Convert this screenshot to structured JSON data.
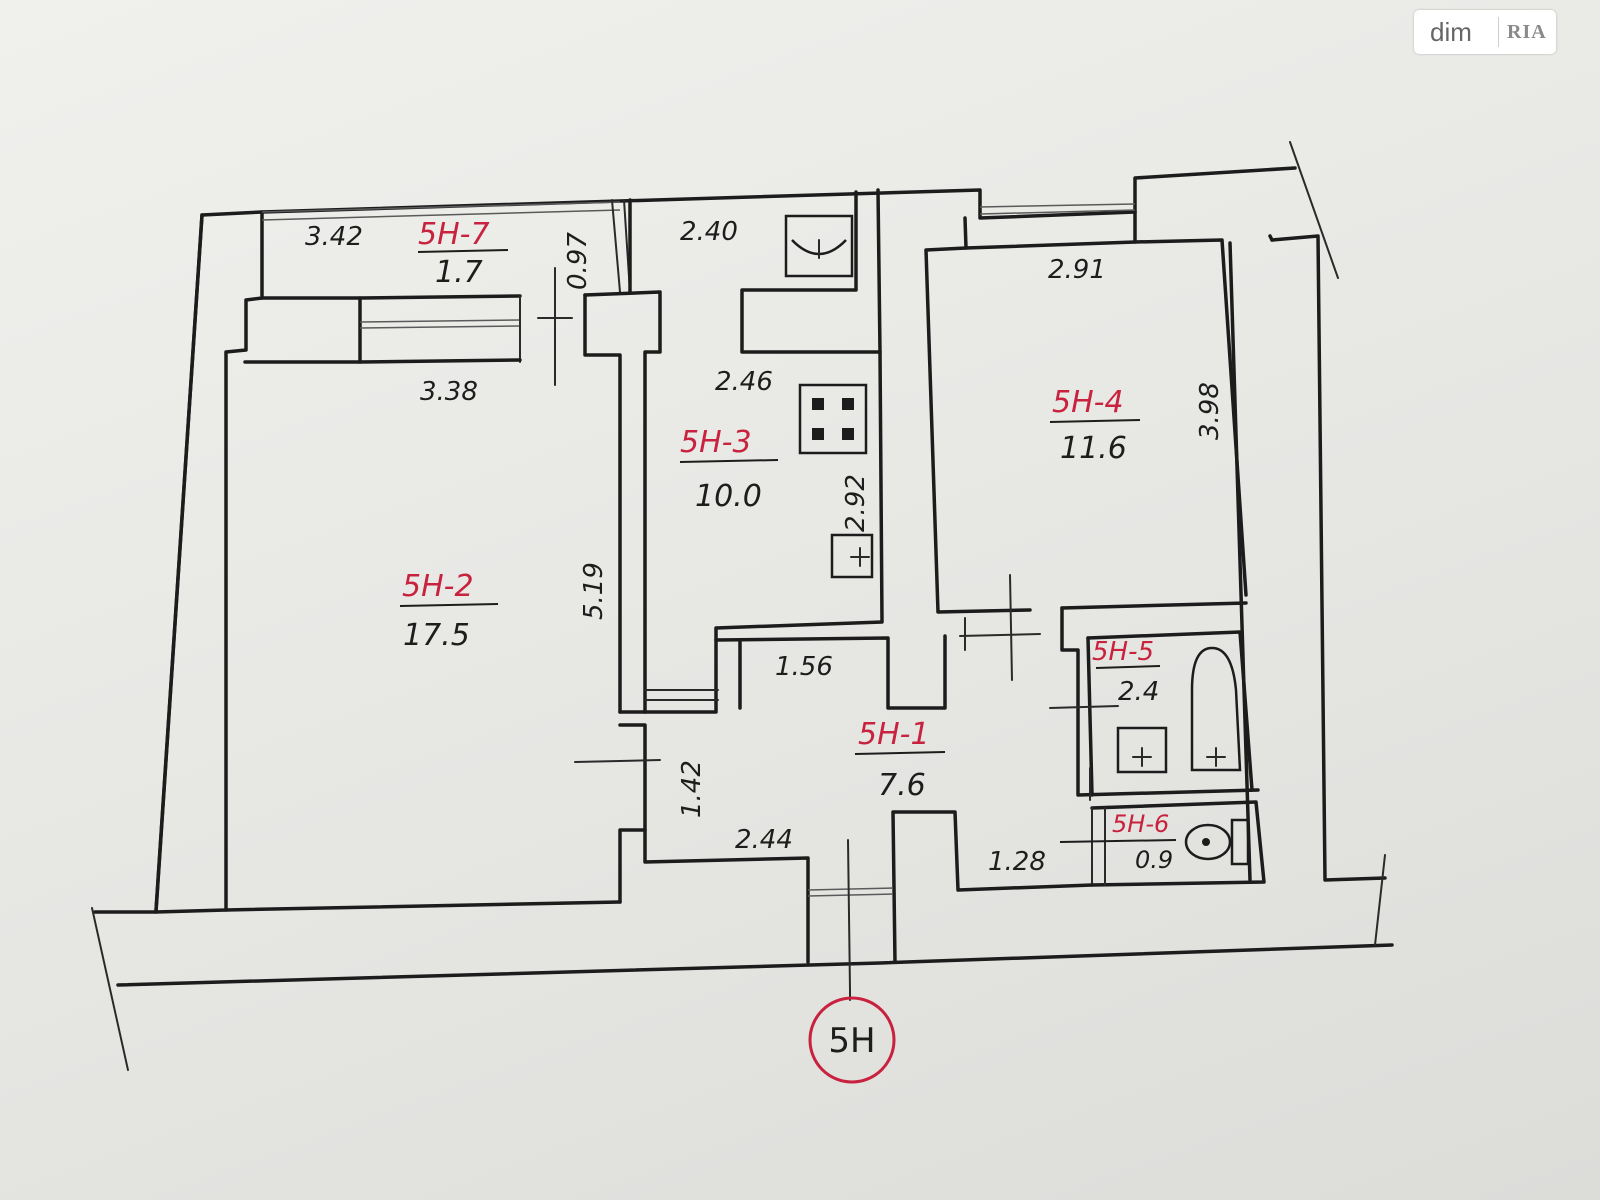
{
  "watermark": {
    "left": "dim",
    "right": "RIA"
  },
  "apartment_code": "5Н",
  "rooms": [
    {
      "id": "5Н-1",
      "area": "7.6"
    },
    {
      "id": "5Н-2",
      "area": "17.5"
    },
    {
      "id": "5Н-3",
      "area": "10.0"
    },
    {
      "id": "5Н-4",
      "area": "11.6"
    },
    {
      "id": "5Н-5",
      "area": "2.4"
    },
    {
      "id": "5Н-6",
      "area": "0.9"
    },
    {
      "id": "5Н-7",
      "area": "1.7"
    }
  ],
  "dimensions": {
    "balcony_length": "3.42",
    "balcony_depth": "0.97",
    "room2_width": "3.38",
    "room2_length": "5.19",
    "pantry_width": "2.40",
    "kitchen_width": "2.46",
    "kitchen_length": "2.92",
    "room4_width": "2.91",
    "room4_length": "3.98",
    "hall_top": "1.56",
    "hall_side": "1.42",
    "hall_bottom": "2.44",
    "corridor_bottom": "1.28"
  }
}
